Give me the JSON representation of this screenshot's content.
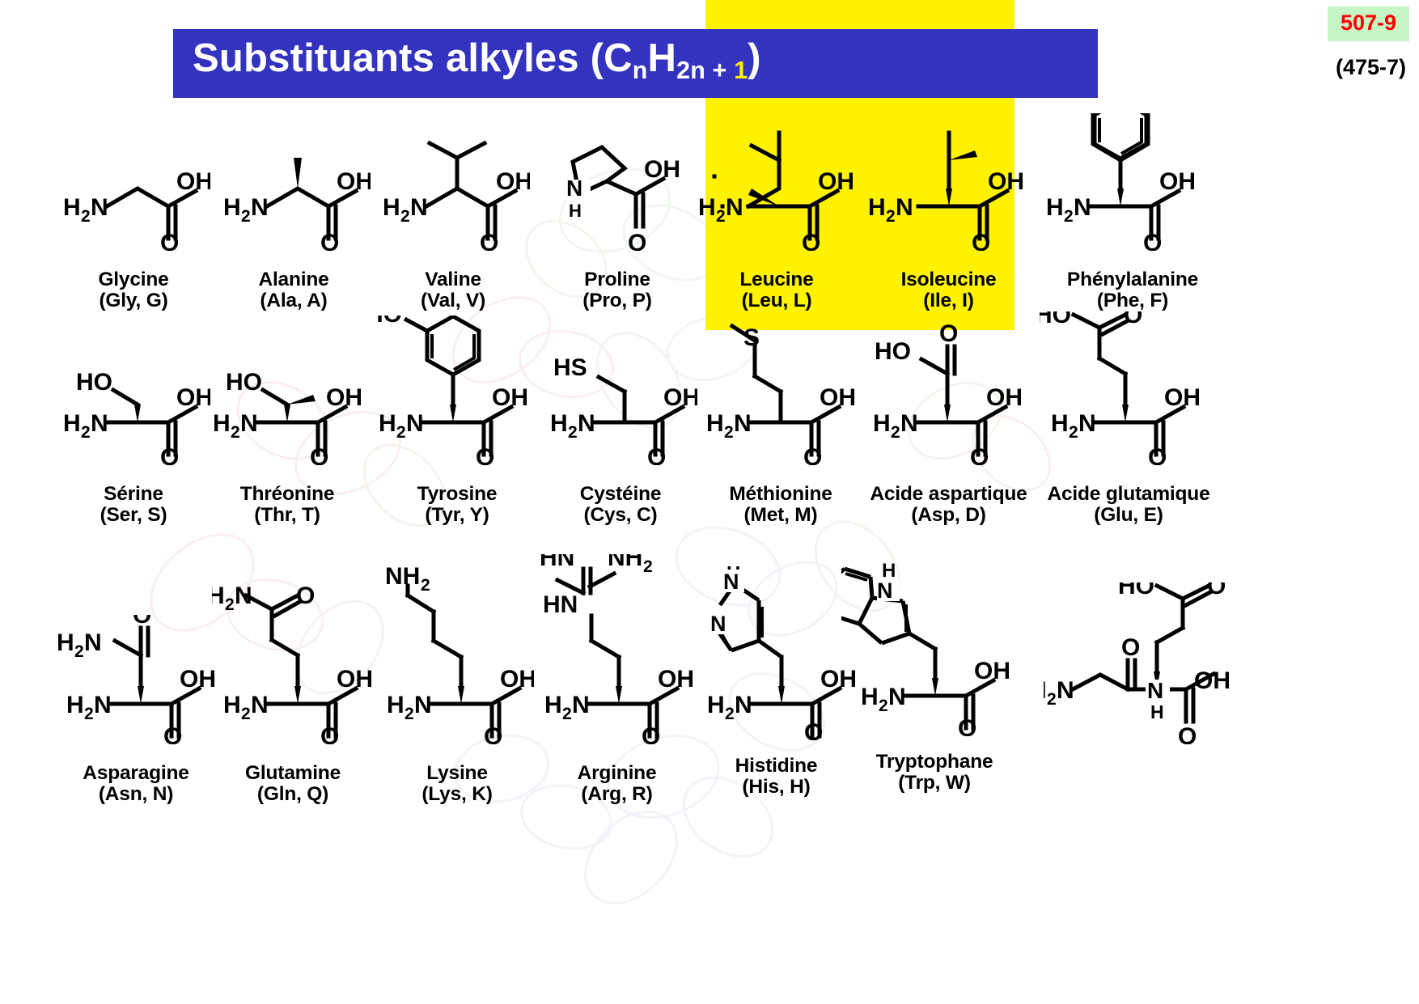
{
  "slide": {
    "title_main": "Substituants alkyles (C",
    "title_sub_n": "n",
    "title_H": "H",
    "title_sub_2n": "2n + ",
    "title_sub_1": "1",
    "title_close": ")",
    "title_full": "Substituants alkyles (CnH2n + 1)",
    "background_color": "#FFFFFF",
    "banner_color": "#3333BF",
    "banner_text_color": "#FFFFFF",
    "highlight_color": "#FFF200",
    "accent_yellow": "#FFF200"
  },
  "corner_codes": {
    "primary": "507-9",
    "primary_color": "#FF0000",
    "primary_background": "#C6F5C6",
    "secondary": "(475-7)",
    "secondary_color": "#000000"
  },
  "highlight": {
    "covers": [
      "Leucine",
      "Isoleucine"
    ],
    "color": "#FFF200"
  },
  "rows": [
    {
      "row_index": 1,
      "amino_acids": [
        {
          "name": "Glycine",
          "code": "(Gly, G)",
          "highlighted": false
        },
        {
          "name": "Alanine",
          "code": "(Ala, A)",
          "highlighted": false
        },
        {
          "name": "Valine",
          "code": "(Val, V)",
          "highlighted": false
        },
        {
          "name": "Proline",
          "code": "(Pro, P)",
          "highlighted": false
        },
        {
          "name": "Leucine",
          "code": "(Leu, L)",
          "highlighted": true
        },
        {
          "name": "Isoleucine",
          "code": "(Ile, I)",
          "highlighted": true
        },
        {
          "name": "Phénylalanine",
          "code": "(Phe, F)",
          "highlighted": false
        }
      ]
    },
    {
      "row_index": 2,
      "amino_acids": [
        {
          "name": "Sérine",
          "code": "(Ser, S)",
          "highlighted": false
        },
        {
          "name": "Thréonine",
          "code": "(Thr, T)",
          "highlighted": false
        },
        {
          "name": "Tyrosine",
          "code": "(Tyr, Y)",
          "highlighted": false
        },
        {
          "name": "Cystéine",
          "code": "(Cys, C)",
          "highlighted": false
        },
        {
          "name": "Méthionine",
          "code": "(Met, M)",
          "highlighted": false
        },
        {
          "name": "Acide aspartique",
          "code": "(Asp, D)",
          "highlighted": false
        },
        {
          "name": "Acide glutamique",
          "code": "(Glu, E)",
          "highlighted": false
        }
      ]
    },
    {
      "row_index": 3,
      "amino_acids": [
        {
          "name": "Asparagine",
          "code": "(Asn, N)",
          "highlighted": false
        },
        {
          "name": "Glutamine",
          "code": "(Gln, Q)",
          "highlighted": false
        },
        {
          "name": "Lysine",
          "code": "(Lys, K)",
          "highlighted": false
        },
        {
          "name": "Arginine",
          "code": "(Arg, R)",
          "highlighted": false
        },
        {
          "name": "Histidine",
          "code": "(His, H)",
          "highlighted": false
        },
        {
          "name": "Tryptophane",
          "code": "(Trp, W)",
          "highlighted": false
        },
        {
          "name": "",
          "code": "",
          "highlighted": false
        }
      ]
    }
  ],
  "atom_labels": {
    "amine": "H2N",
    "amine_h": "H",
    "amine_sub": "2",
    "amine_n": "N",
    "hydroxyl": "OH",
    "oxygen": "O",
    "hydroxyl_left": "HO",
    "thiol": "HS",
    "sulfur": "S",
    "amide": "H2N",
    "amino_nh2": "NH2",
    "imine_hn": "HN",
    "nitrogen": "N",
    "nh": "H"
  }
}
